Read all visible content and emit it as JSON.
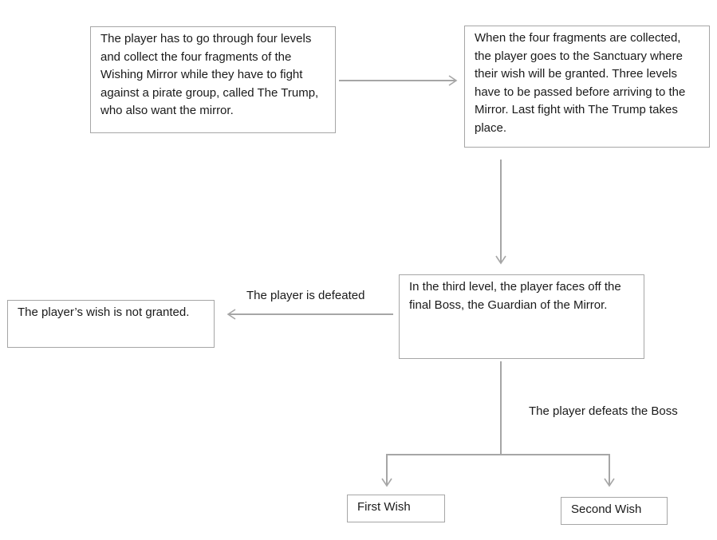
{
  "colors": {
    "border": "#a6a6a6",
    "arrow": "#a6a6a6",
    "text": "#1a1a1a",
    "background": "#ffffff"
  },
  "nodes": {
    "start": "The player has to go through four levels and collect the four fragments of the Wishing Mirror while they have to fight against a pirate group, called The Trump, who also want the mirror.",
    "sanctuary": "When the four fragments are collected, the player goes to the Sanctuary where their wish will be granted. Three levels have to be passed before arriving to the Mirror. Last fight with The Trump takes place.",
    "boss": "In the third level, the player faces off the final Boss, the Guardian of the Mirror.",
    "not_granted": "The player’s wish is not granted.",
    "first_wish": "First Wish",
    "second_wish": "Second Wish"
  },
  "edge_labels": {
    "defeated": "The player is defeated",
    "defeats_boss": "The player defeats the Boss"
  }
}
